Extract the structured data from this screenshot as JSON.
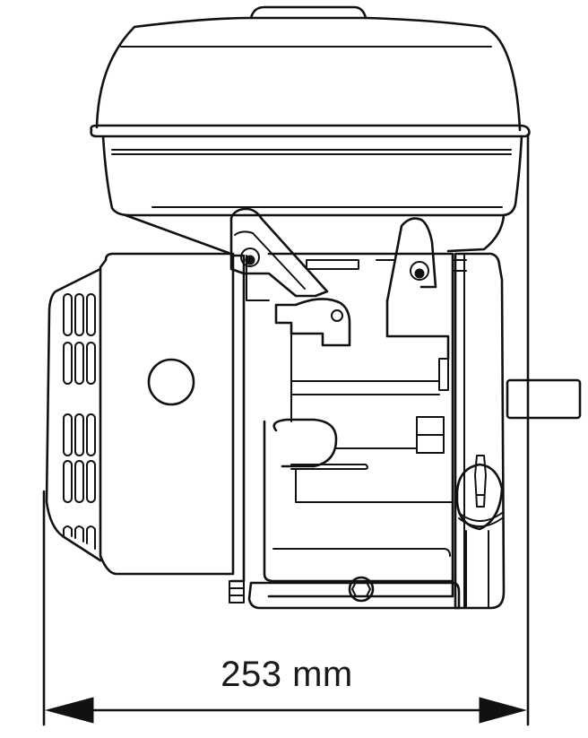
{
  "figure": {
    "subject": "engine-side-view-line-drawing",
    "dimension": {
      "label": "253 mm",
      "value": 253,
      "unit": "mm",
      "orientation": "horizontal"
    },
    "colors": {
      "line": "#111111",
      "background": "#ffffff",
      "label": "#1a1a1a"
    }
  }
}
